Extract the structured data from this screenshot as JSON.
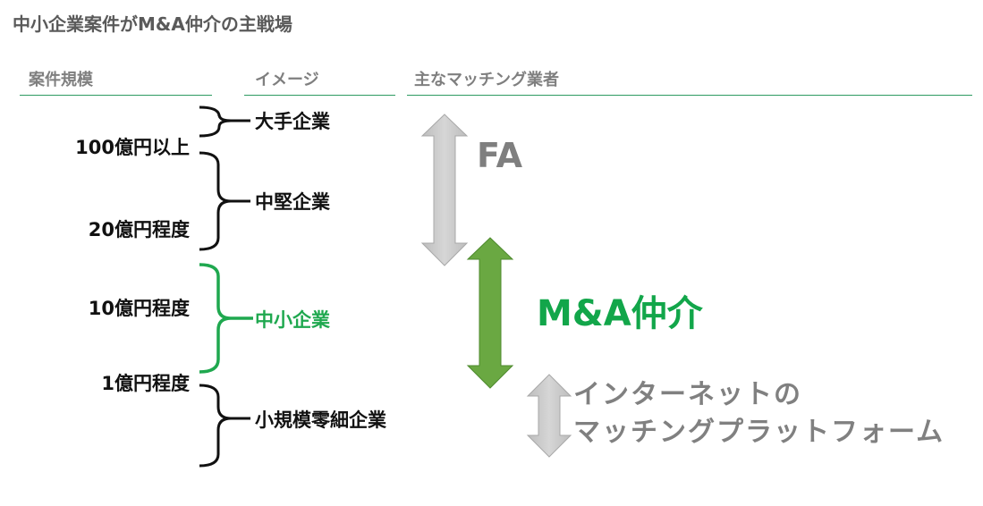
{
  "title": "中小企業案件がM&A仲介の主戦場",
  "headers": {
    "size": "案件規模",
    "image": "イメージ",
    "players": "主なマッチング業者"
  },
  "size_labels": [
    "100億円以上",
    "20億円程度",
    "10億円程度",
    "1億円程度"
  ],
  "companies": [
    {
      "label": "大手企業",
      "highlight": false
    },
    {
      "label": "中堅企業",
      "highlight": false
    },
    {
      "label": "中小企業",
      "highlight": true
    },
    {
      "label": "小規模零細企業",
      "highlight": false
    }
  ],
  "players": {
    "fa": "FA",
    "ma": "M&A仲介",
    "net_line1": "インターネットの",
    "net_line2": "マッチングプラットフォーム"
  },
  "colors": {
    "accent_green": "#12a64a",
    "arrow_green": "#6aa842",
    "arrow_gray": "#c8c8c8",
    "header_line": "#2e9b62"
  }
}
